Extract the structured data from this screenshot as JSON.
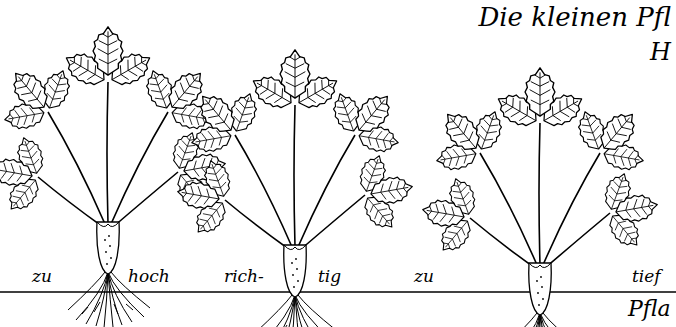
{
  "diagram": {
    "labels": [
      "Die kleinen Pfl",
      "H",
      "zu",
      "hoch",
      "rich-",
      "tig",
      "zu",
      "tief",
      "Pfla"
    ]
  }
}
